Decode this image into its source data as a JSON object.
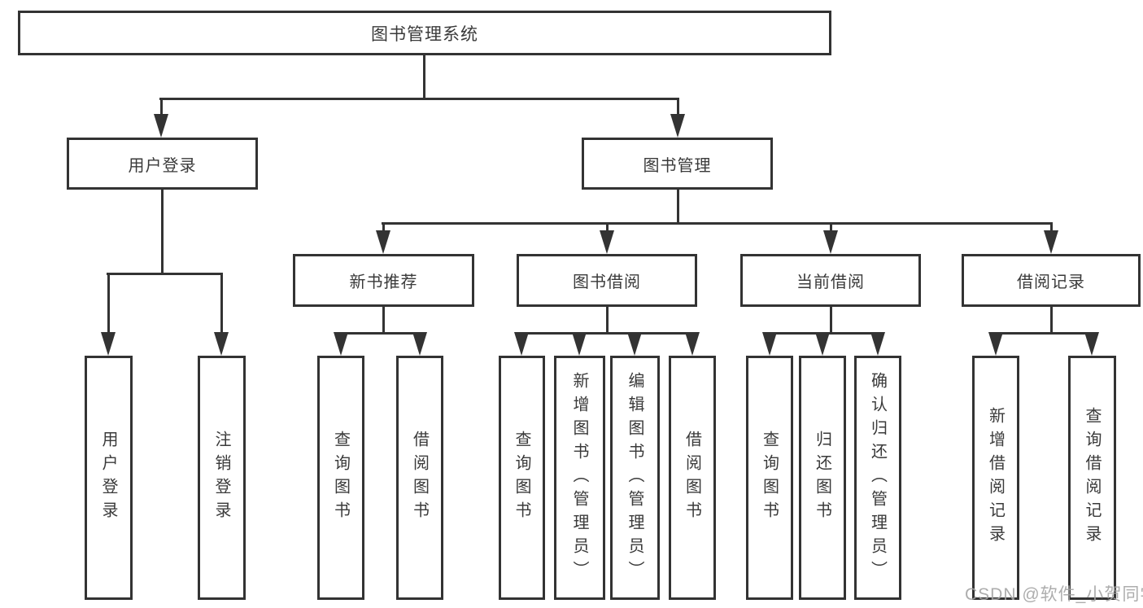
{
  "tree": {
    "root": {
      "label": "图书管理系统"
    },
    "user_login": {
      "label": "用户登录",
      "children": [
        {
          "label": "用户登录"
        },
        {
          "label": "注销登录"
        }
      ]
    },
    "book_mgmt": {
      "label": "图书管理"
    },
    "modules": [
      {
        "label": "新书推荐",
        "children": [
          {
            "label": "查询图书"
          },
          {
            "label": "借阅图书"
          }
        ]
      },
      {
        "label": "图书借阅",
        "children": [
          {
            "label": "查询图书"
          },
          {
            "label": "新增图书（管理员）"
          },
          {
            "label": "编辑图书（管理员）"
          },
          {
            "label": "借阅图书"
          }
        ]
      },
      {
        "label": "当前借阅",
        "children": [
          {
            "label": "查询图书"
          },
          {
            "label": "归还图书"
          },
          {
            "label": "确认归还（管理员）"
          }
        ]
      },
      {
        "label": "借阅记录",
        "children": [
          {
            "label": "新增借阅记录"
          },
          {
            "label": "查询借阅记录"
          }
        ]
      }
    ]
  },
  "watermark": {
    "text": "CSDN @软件_小贺同学"
  },
  "colors": {
    "line": "#333333",
    "box_border": "#333333",
    "text": "#3a3a3a",
    "watermark": "#a4a4a4",
    "background": "#ffffff"
  }
}
